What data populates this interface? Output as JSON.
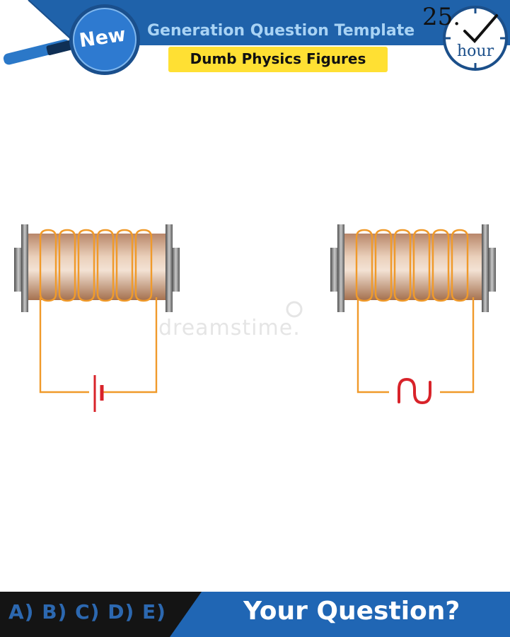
{
  "header": {
    "badge": "New",
    "title": "Generation Question Template",
    "subtitle": "Dumb Physics Figures",
    "clock_number": "25.",
    "clock_unit": "hour"
  },
  "watermark": "dreamstime.",
  "diagrams": [
    {
      "name": "solenoid-with-battery",
      "source": "battery"
    },
    {
      "name": "solenoid-with-ac-source",
      "source": "ac"
    }
  ],
  "footer": {
    "answers": "A) B) C) D) E)",
    "question": "Your Question?"
  },
  "colors": {
    "header_blue": "#1f62aa",
    "badge_blue": "#2e7ad0",
    "highlight_yellow": "#ffe033",
    "coil_orange": "#f09a2a",
    "core_tan": "#d7a37c",
    "source_red": "#d8232a",
    "footer_dark": "#141414",
    "footer_blue": "#2066b4"
  },
  "icons": [
    "magnifier-icon",
    "clock-icon",
    "check-icon"
  ]
}
